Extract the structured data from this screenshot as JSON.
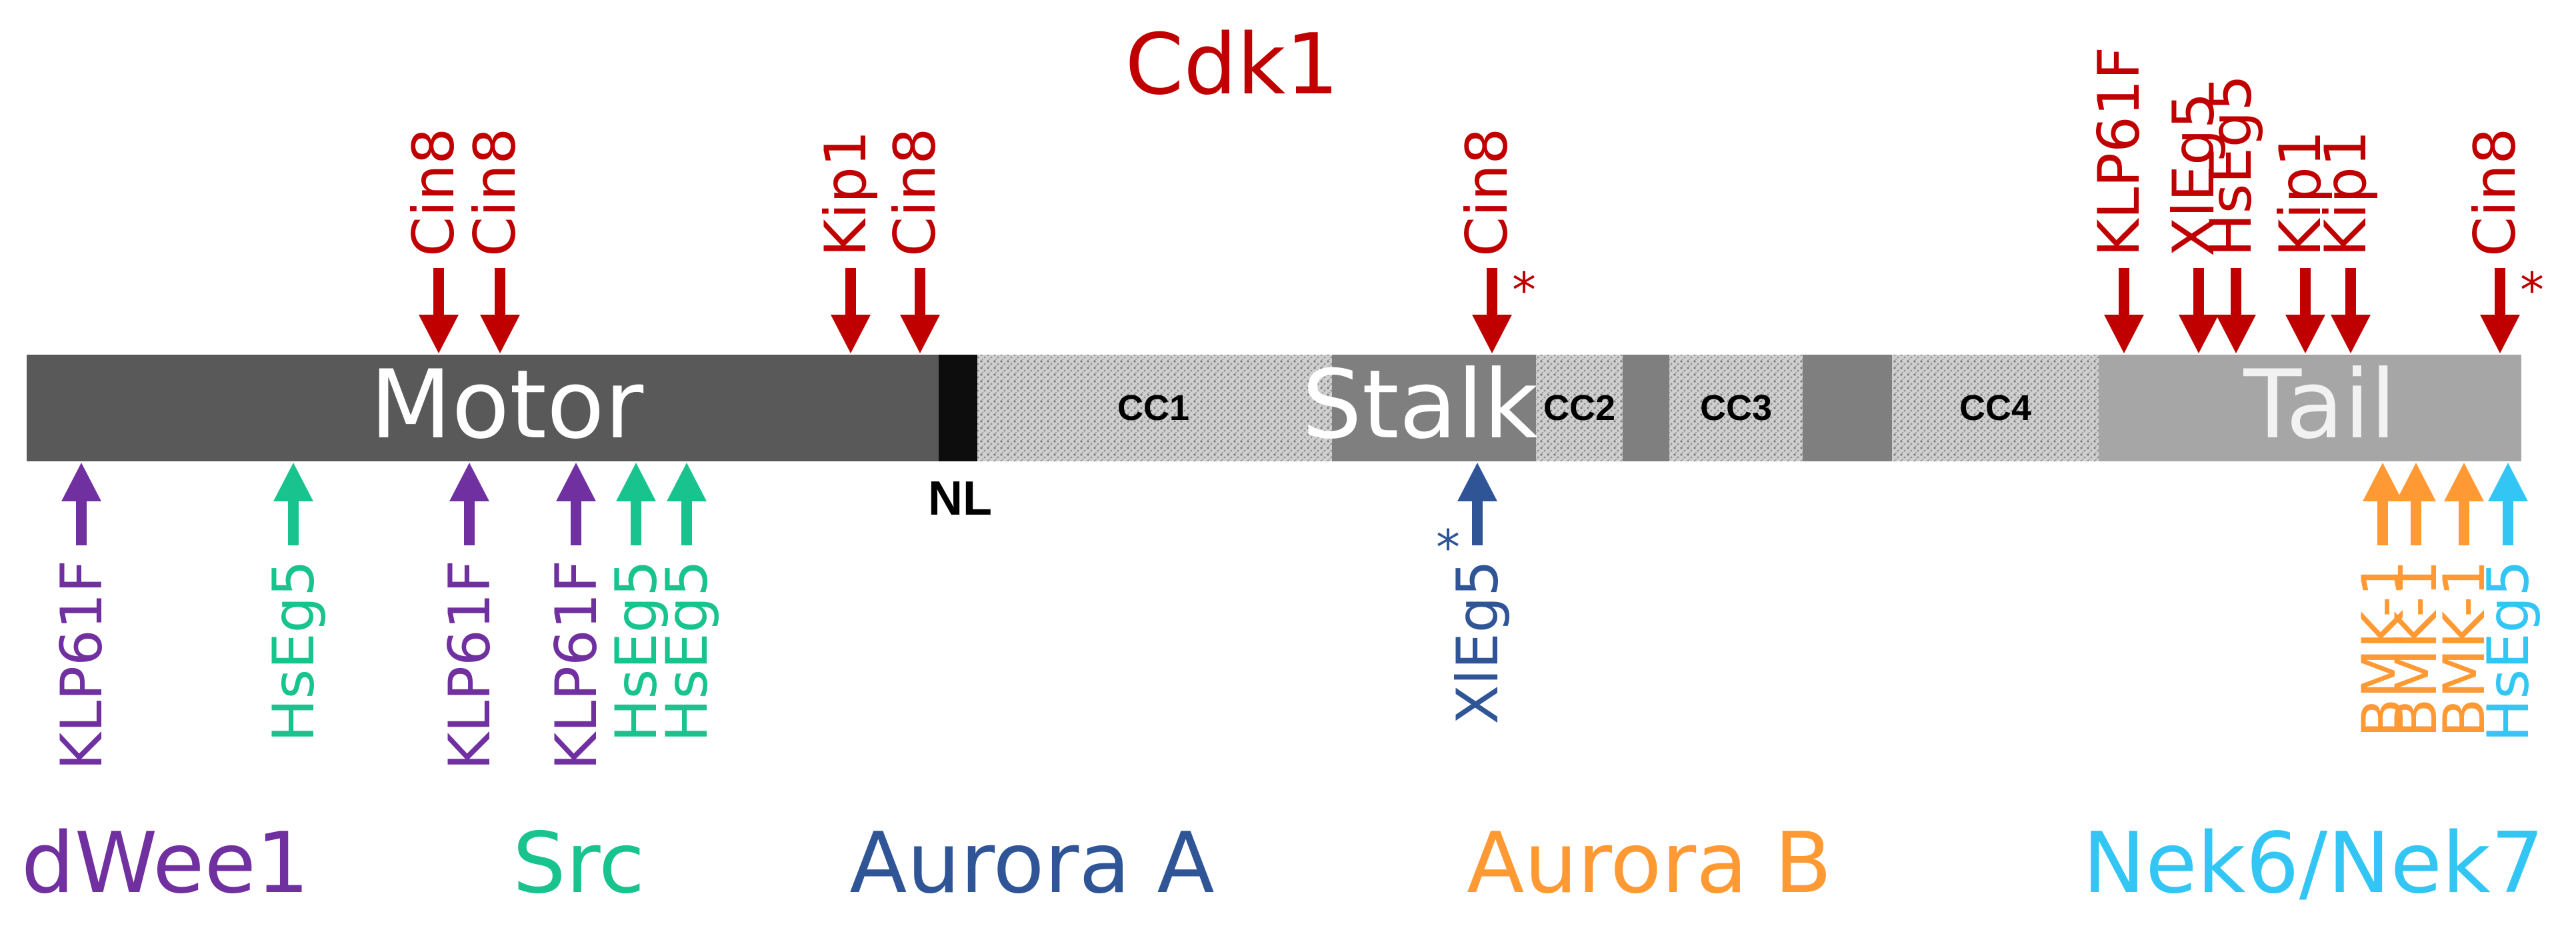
{
  "colors": {
    "cdk1": "#c00000",
    "dwee1": "#7030a0",
    "src": "#19c38e",
    "aurora_a": "#2f5597",
    "aurora_b": "#ff9933",
    "nek": "#33c5f3",
    "motor": "#595959",
    "neck_linker": "#0d0d0d",
    "stalk": "#7f7f7f",
    "coiled_coil": "#c8c8c8",
    "tail": "#a6a6a6"
  },
  "protein": {
    "motor_label": "Motor",
    "neck_linker_label": "NL",
    "stalk_label": "Stalk",
    "tail_label": "Tail",
    "coiled_coils": [
      "CC1",
      "CC2",
      "CC3",
      "CC4"
    ]
  },
  "kinases": {
    "cdk1": "Cdk1",
    "dwee1": "dWee1",
    "src": "Src",
    "aurora_a": "Aurora A",
    "aurora_b": "Aurora B",
    "nek": "Nek6/Nek7"
  },
  "sites_top": [
    {
      "label": "Cin8",
      "kinase": "cdk1",
      "asterisk": false
    },
    {
      "label": "Cin8",
      "kinase": "cdk1",
      "asterisk": false
    },
    {
      "label": "Kip1",
      "kinase": "cdk1",
      "asterisk": false
    },
    {
      "label": "Cin8",
      "kinase": "cdk1",
      "asterisk": false
    },
    {
      "label": "Cin8",
      "kinase": "cdk1",
      "asterisk": true
    },
    {
      "label": "KLP61F",
      "kinase": "cdk1",
      "asterisk": false
    },
    {
      "label": "XlEg5",
      "kinase": "cdk1",
      "asterisk": false
    },
    {
      "label": "HsEg5",
      "kinase": "cdk1",
      "asterisk": false
    },
    {
      "label": "Kip1",
      "kinase": "cdk1",
      "asterisk": false
    },
    {
      "label": "Kip1",
      "kinase": "cdk1",
      "asterisk": false
    },
    {
      "label": "Cin8",
      "kinase": "cdk1",
      "asterisk": true
    }
  ],
  "sites_bottom": [
    {
      "label": "KLP61F",
      "kinase": "dwee1",
      "asterisk": false
    },
    {
      "label": "HsEg5",
      "kinase": "src",
      "asterisk": false
    },
    {
      "label": "KLP61F",
      "kinase": "dwee1",
      "asterisk": false
    },
    {
      "label": "KLP61F",
      "kinase": "dwee1",
      "asterisk": false
    },
    {
      "label": "HsEg5",
      "kinase": "src",
      "asterisk": false
    },
    {
      "label": "HsEg5",
      "kinase": "src",
      "asterisk": false
    },
    {
      "label": "XlEg5",
      "kinase": "aurora_a",
      "asterisk": true
    },
    {
      "label": "BMK-1",
      "kinase": "aurora_b",
      "asterisk": false
    },
    {
      "label": "BMK-1",
      "kinase": "aurora_b",
      "asterisk": false
    },
    {
      "label": "BMK-1",
      "kinase": "aurora_b",
      "asterisk": false
    },
    {
      "label": "HsEg5",
      "kinase": "nek",
      "asterisk": false
    }
  ],
  "asterisk": "*"
}
